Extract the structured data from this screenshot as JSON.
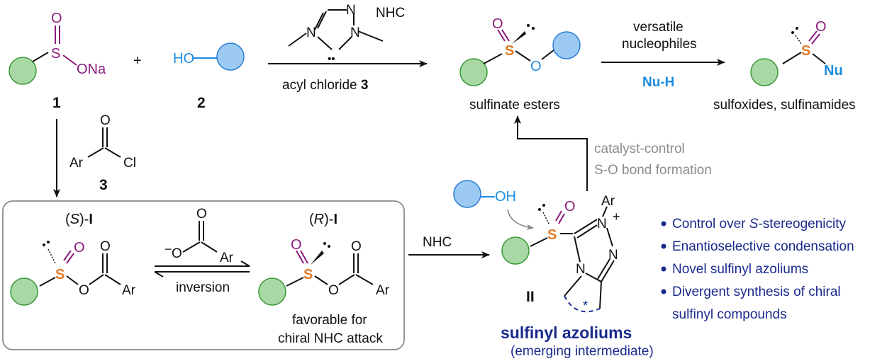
{
  "colors": {
    "green_ring": "#a8d8a4",
    "green_stroke": "#3a9a3a",
    "blue_ring": "#9ccaf2",
    "blue_stroke": "#2a7ed6",
    "sulfur": "#e07a28",
    "oxygen": "#8a1a7c",
    "text_blue": "#1a8be0",
    "text_navy": "#1a2a8c",
    "grey": "#8c8c8c"
  },
  "top": {
    "sulfinate_O": "O",
    "sulfinate_S": "S",
    "sulfinate_ONa": "ONa",
    "label_1": "1",
    "plus": "+",
    "alcohol_HO": "HO",
    "label_2": "2",
    "nhc_label": "NHC",
    "nhc_N1": "N",
    "nhc_N2": "N",
    "nhc_N3": "N",
    "nhc_carbene": "••",
    "acyl_text": "acyl chloride",
    "acyl_num": "3",
    "ester_O": "O",
    "ester_S": "S",
    "ester_O2": "O",
    "ester_label": "sulfinate esters",
    "nuc_line1": "versatile",
    "nuc_line2": "nucleophiles",
    "nuh": "Nu-H",
    "prod_S": "S",
    "prod_O": "O",
    "prod_Nu": "Nu",
    "prod_label": "sulfoxides, sulfinamides"
  },
  "left": {
    "acyl_O": "O",
    "acyl_Ar": "Ar",
    "acyl_Cl": "Cl",
    "acyl_num": "3"
  },
  "box": {
    "sI_open": "(",
    "sI_S": "S",
    "sI_close": ")-",
    "sI_I": "I",
    "rI_open": "(",
    "rI_R": "R",
    "rI_close": ")-",
    "rI_I": "I",
    "s_O": "O",
    "s_S": "S",
    "s_O2": "O",
    "s_Ocarb": "O",
    "s_Ar": "Ar",
    "anion_minus": "−",
    "anion_O": "O",
    "anion_Ocarb": "O",
    "anion_Ar": "Ar",
    "inversion": "inversion",
    "r_O": "O",
    "r_S": "S",
    "r_O2": "O",
    "r_Ocarb": "O",
    "r_Ar": "Ar",
    "favorable1": "favorable for",
    "favorable2": "chiral NHC attack"
  },
  "right": {
    "nhc_arrow": "NHC",
    "cat1": "catalyst-control",
    "cat2": "S-O bond formation",
    "OH": "OH",
    "az_O": "O",
    "az_S": "S",
    "az_N1": "N",
    "az_N2": "N",
    "az_N3": "N",
    "az_Ar": "Ar",
    "az_plus": "+",
    "az_star": "*",
    "label_II": "II",
    "title": "sulfinyl azoliums",
    "subtitle": "(emerging intermediate)"
  },
  "bullets": [
    {
      "pre": "Control over ",
      "ital": "S",
      "post": "-stereogenicity"
    },
    {
      "pre": "Enantioselective condensation",
      "ital": "",
      "post": ""
    },
    {
      "pre": "Novel sulfinyl azoliums",
      "ital": "",
      "post": ""
    },
    {
      "pre": "Divergent synthesis of chiral",
      "ital": "",
      "post": ""
    },
    {
      "pre": "sulfinyl compounds",
      "ital": "",
      "post": ""
    }
  ]
}
